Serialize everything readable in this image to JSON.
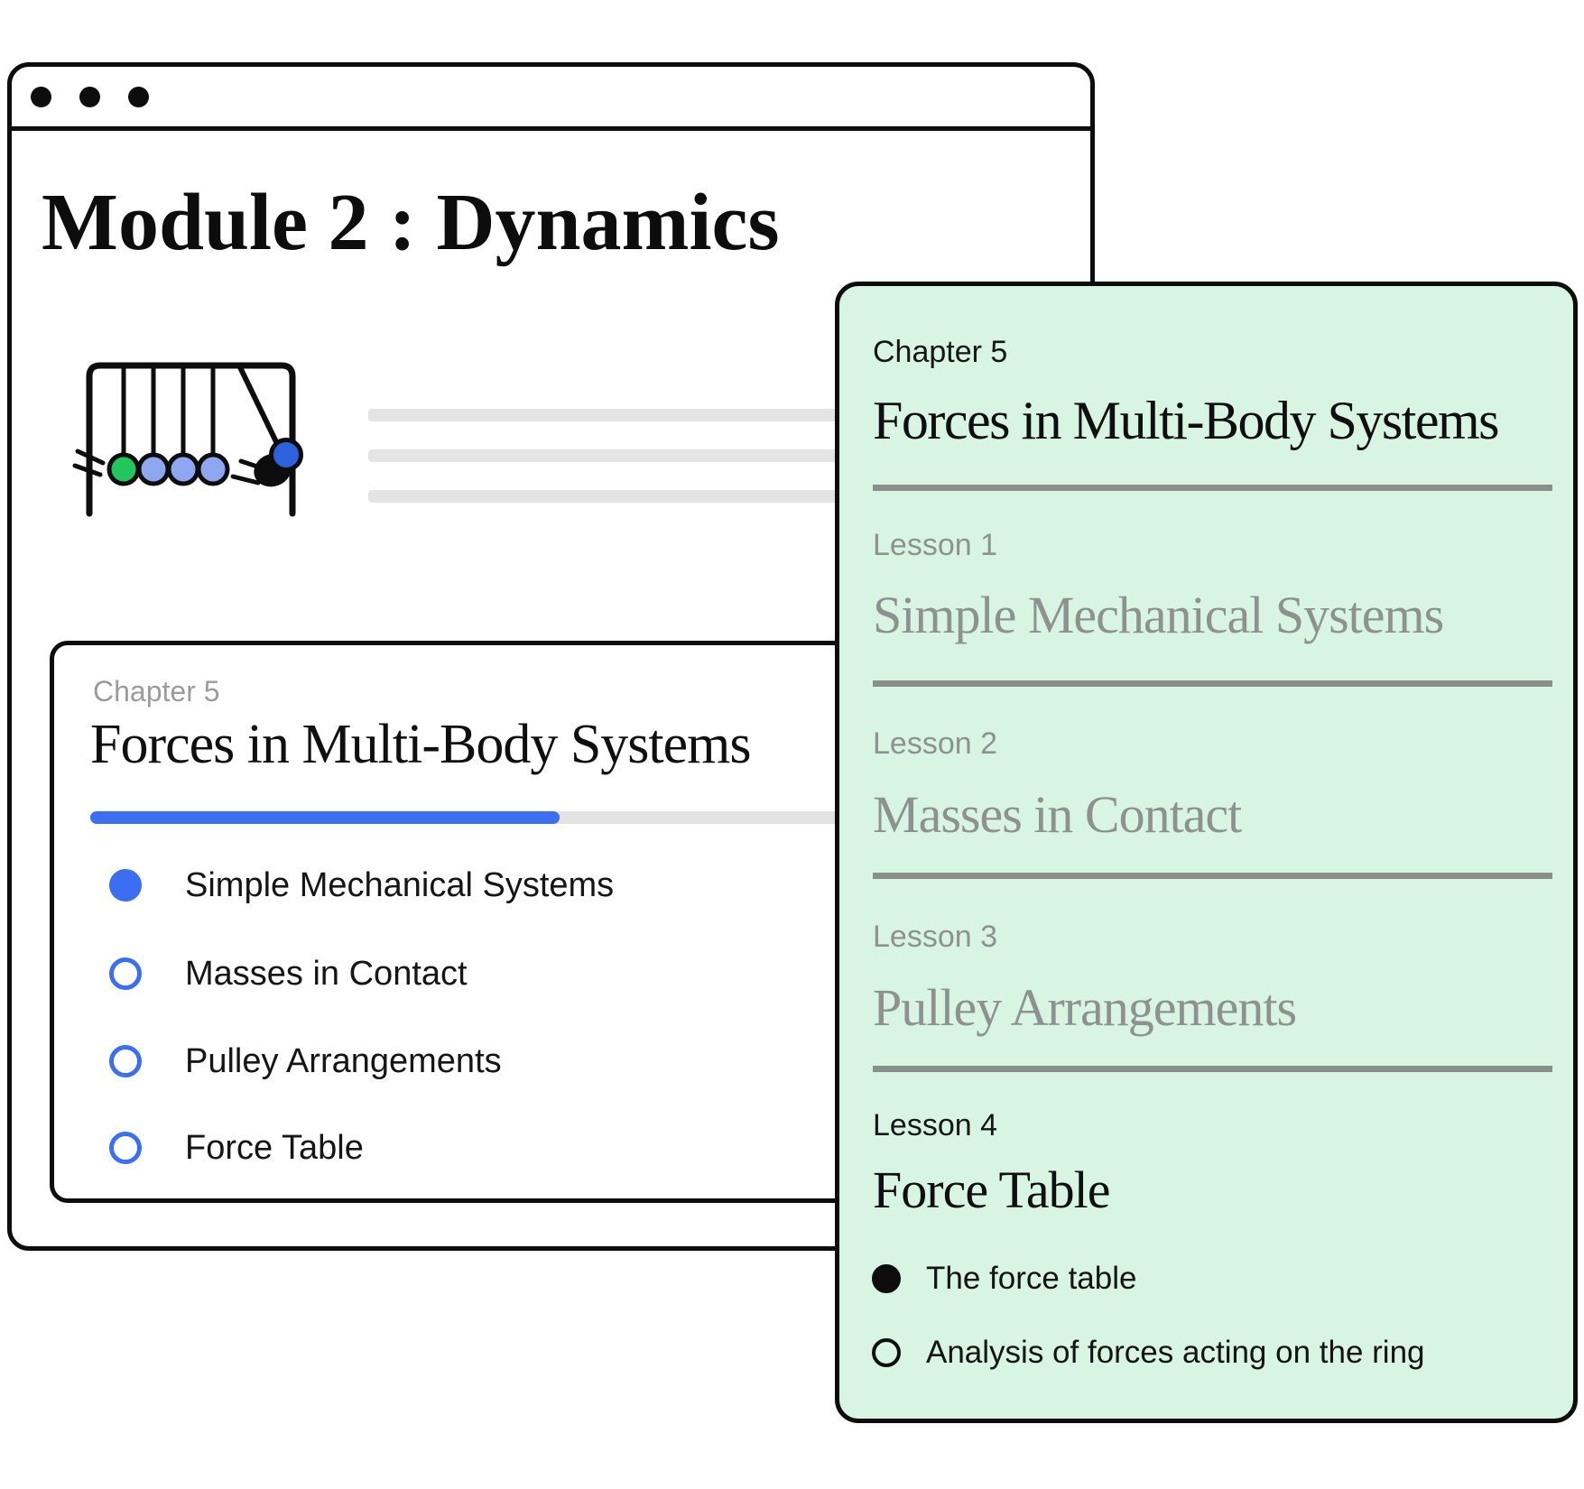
{
  "window": {
    "title": "Module 2 : Dynamics"
  },
  "chapter_card": {
    "chapter_label": "Chapter 5",
    "title": "Forces in Multi-Body Systems",
    "progress_percent": 51,
    "lessons": [
      {
        "label": "Simple Mechanical Systems",
        "state": "current"
      },
      {
        "label": "Masses in Contact",
        "state": "upcoming"
      },
      {
        "label": "Pulley Arrangements",
        "state": "upcoming"
      },
      {
        "label": "Force Table",
        "state": "upcoming"
      }
    ]
  },
  "lesson_panel": {
    "chapter_label": "Chapter 5",
    "title": "Forces in Multi-Body Systems",
    "sections": [
      {
        "label": "Lesson 1",
        "title": "Simple Mechanical Systems",
        "state": "muted"
      },
      {
        "label": "Lesson 2",
        "title": "Masses in Contact",
        "state": "muted"
      },
      {
        "label": "Lesson 3",
        "title": "Pulley Arrangements",
        "state": "muted"
      },
      {
        "label": "Lesson 4",
        "title": "Force Table",
        "state": "active"
      }
    ],
    "topics": [
      {
        "label": "The force table",
        "state": "current"
      },
      {
        "label": "Analysis of forces acting on the ring",
        "state": "upcoming"
      }
    ]
  },
  "illustration": {
    "name": "newtons-cradle"
  },
  "colors": {
    "accent_blue": "#3b6ef0",
    "panel_mint": "#d8f5e4",
    "ball_green": "#22c55e",
    "ball_periwinkle": "#8fa7f0",
    "ball_blue": "#2e62dd",
    "divider_gray": "#8b8f8c",
    "muted_text": "#8e928f",
    "placeholder_gray": "#e4e4e4"
  }
}
